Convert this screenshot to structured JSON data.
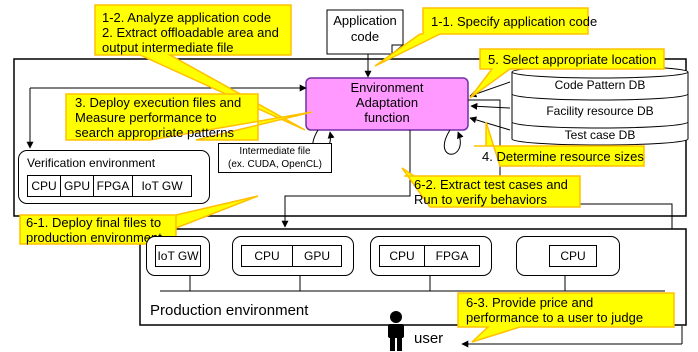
{
  "diagram": {
    "callouts": {
      "analyze_line1": "1-2. Analyze application code",
      "analyze_line2": "2. Extract offloadable area and",
      "analyze_line3": "output intermediate file",
      "specify": "1-1.  Specify application code",
      "select_location": "5. Select appropriate location",
      "deploy_line1": "3. Deploy execution files and",
      "deploy_line2": "Measure performance to",
      "deploy_line3": "search appropriate patterns",
      "determine_sizes": "4. Determine resource sizes",
      "extract_line1": "6-2. Extract test cases and",
      "extract_line2": "Run to verify behaviors",
      "deploy_final_line1": "6-1. Deploy final files to",
      "deploy_final_line2": "production environment",
      "provide_line1": "6-3. Provide price and",
      "provide_line2": "performance to a user to judge"
    },
    "application_code": {
      "line1": "Application",
      "line2": "code"
    },
    "function_box": {
      "line1": "Environment",
      "line2": "Adaptation",
      "line3": "function"
    },
    "databases": [
      "Code Pattern DB",
      "Facility resource DB",
      "Test case DB"
    ],
    "intermediate_file": {
      "line1": "Intermediate file",
      "line2": "(ex. CUDA, OpenCL)"
    },
    "verification": {
      "title": "Verification environment",
      "units": [
        "CPU",
        "GPU",
        "FPGA",
        "IoT GW"
      ]
    },
    "production": {
      "title": "Production environment",
      "group1": [
        "IoT GW"
      ],
      "group2": [
        "CPU",
        "GPU"
      ],
      "group3": [
        "CPU",
        "FPGA"
      ],
      "group4": [
        "CPU"
      ]
    },
    "user_label": "user",
    "colors": {
      "callout_fill": "#ffff00",
      "callout_stroke": "#ffc000",
      "function_fill": "#ff99ff",
      "function_stroke": "#7030a0"
    }
  }
}
